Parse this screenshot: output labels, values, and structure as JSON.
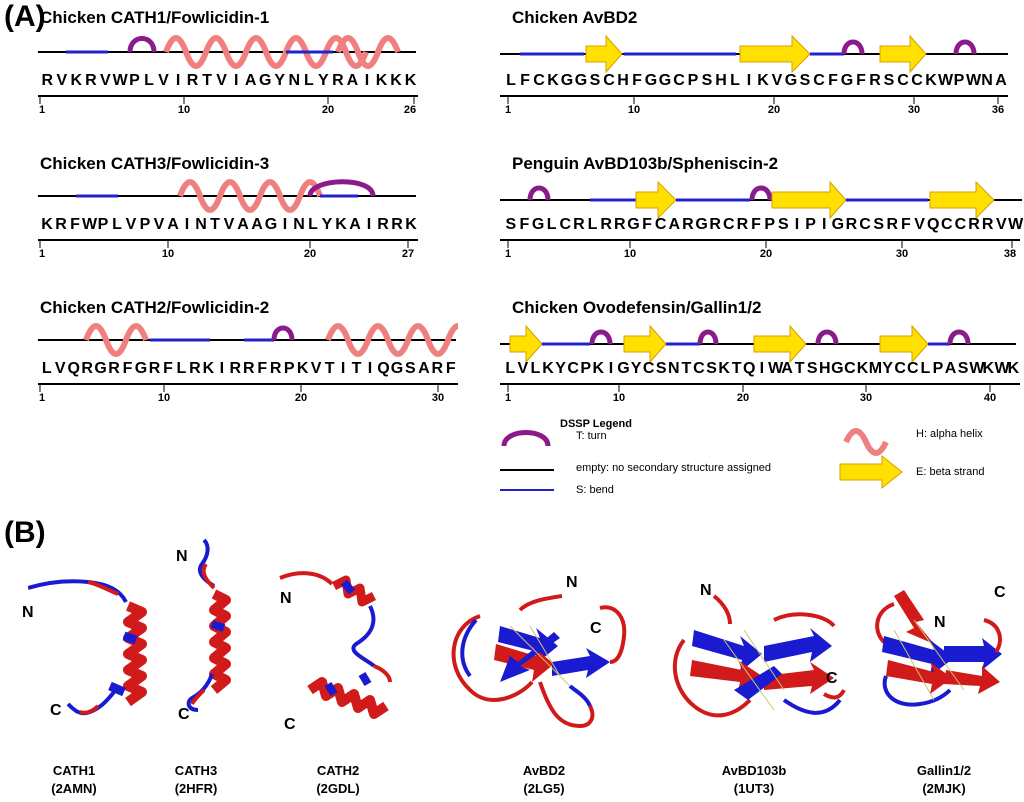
{
  "panel_a": {
    "label": "(A)"
  },
  "panel_b": {
    "label": "(B)"
  },
  "peptides": [
    {
      "id": "cath1",
      "title": "Chicken CATH1/Fowlicidin-1",
      "sequence": "RVKRVWPLVIRTVIAGYNLYRAIKKK",
      "ticks": [
        "1",
        "10",
        "20",
        "26"
      ],
      "highlight_orange": [
        16
      ],
      "highlight_blue": []
    },
    {
      "id": "cath3",
      "title": "Chicken CATH3/Fowlicidin-3",
      "sequence": "KRFWPLVPVAINTVAAGINLYKAIRRK",
      "ticks": [
        "1",
        "10",
        "20",
        "27"
      ],
      "highlight_orange": [
        17
      ],
      "highlight_blue": []
    },
    {
      "id": "cath2",
      "title": "Chicken CATH2/Fowlicidin-2",
      "sequence": "LVQRGRFGRFLRKIRRFRPKVTITIQGSARF",
      "ticks": [
        "1",
        "10",
        "20",
        "30"
      ],
      "highlight_orange": [
        19
      ],
      "highlight_blue": []
    },
    {
      "id": "avbd2",
      "title": "Chicken AvBD2",
      "sequence": "LFCKGGSCHFGGCPSHLIKVGSCFGFRSCCKWPWNA",
      "ticks": [
        "1",
        "10",
        "20",
        "30",
        "36"
      ],
      "highlight_orange": [],
      "highlight_blue": [
        3,
        8,
        13,
        23,
        29,
        30
      ]
    },
    {
      "id": "avbd103b",
      "title": "Penguin AvBD103b/Spheniscin-2",
      "sequence": "SFGLCRLRRGFCARGRCRFPSIPIGRCSRFVQCCRRVW",
      "ticks": [
        "1",
        "10",
        "20",
        "30",
        "38"
      ],
      "highlight_orange": [],
      "highlight_blue": [
        5,
        12,
        17,
        27,
        33,
        34
      ]
    },
    {
      "id": "gallin",
      "title": "Chicken Ovodefensin/Gallin1/2",
      "sequence": "LVLKYCPKIGYCSNTCSKTQIWATSHGCKMYCCLPASWKWK",
      "ticks": [
        "1",
        "10",
        "20",
        "30",
        "40"
      ],
      "highlight_orange": [],
      "highlight_blue": [
        6,
        12,
        16,
        28,
        32,
        33
      ]
    }
  ],
  "legend": {
    "title": "DSSP Legend",
    "turn": "T: turn",
    "empty": "empty: no secondary structure assigned",
    "bend": "S: bend",
    "helix": "H: alpha helix",
    "strand": "E: beta strand"
  },
  "structures": [
    {
      "name": "CATH1",
      "pdb": "(2AMN)",
      "n": "N",
      "c": "C"
    },
    {
      "name": "CATH3",
      "pdb": "(2HFR)",
      "n": "N",
      "c": "C"
    },
    {
      "name": "CATH2",
      "pdb": "(2GDL)",
      "n": "N",
      "c": "C"
    },
    {
      "name": "AvBD2",
      "pdb": "(2LG5)",
      "n": "N",
      "c": "C"
    },
    {
      "name": "AvBD103b",
      "pdb": "(1UT3)",
      "n": "N",
      "c": "C"
    },
    {
      "name": "Gallin1/2",
      "pdb": "(2MJK)",
      "n": "N",
      "c": "C"
    }
  ],
  "colors": {
    "helix": "#f08080",
    "turn": "#8b1a8b",
    "bend": "#2222cc",
    "strand": "#ffe000",
    "ribbon_red": "#d11a1a",
    "ribbon_blue": "#1a1ad1",
    "cys_highlight": "#b9d3ea",
    "gly_pro_highlight": "#f4c9a6"
  }
}
